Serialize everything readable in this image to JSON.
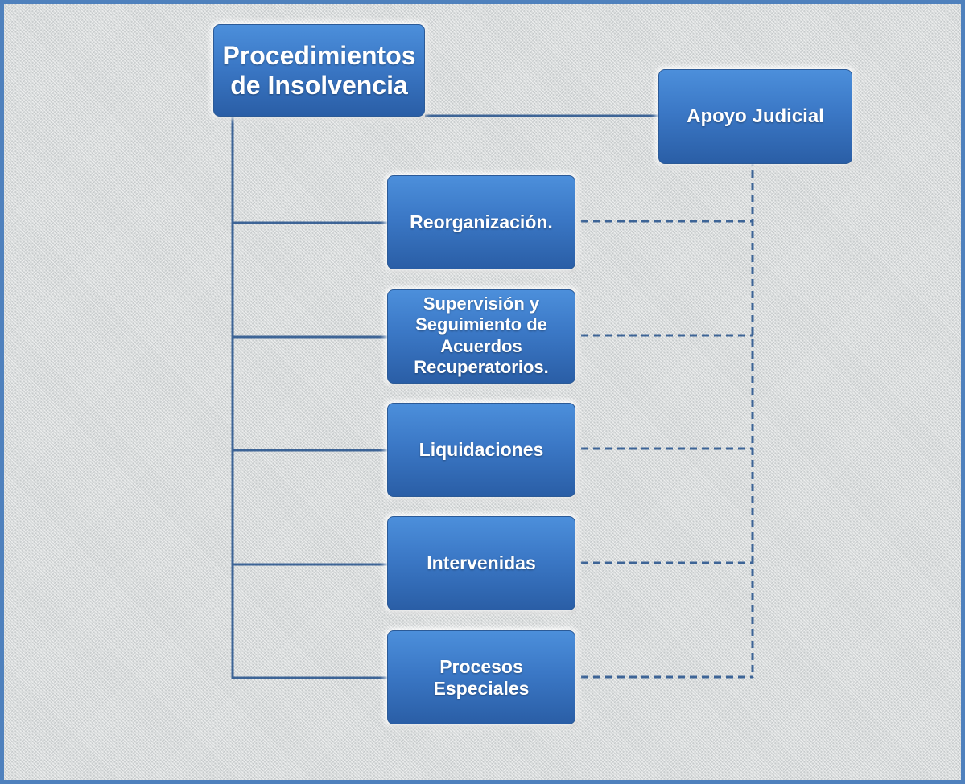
{
  "diagram": {
    "root": "Procedimientos de Insolvencia",
    "support": "Apoyo Judicial",
    "children": [
      "Reorganización.",
      "Supervisión y Seguimiento de Acuerdos Recuperatorios.",
      "Liquidaciones",
      "Intervenidas",
      "Procesos Especiales"
    ]
  },
  "colors": {
    "frame_border": "#4f81bd",
    "box_fill": "#3b78c6",
    "connector": "#3d6496",
    "text": "#ffffff"
  }
}
